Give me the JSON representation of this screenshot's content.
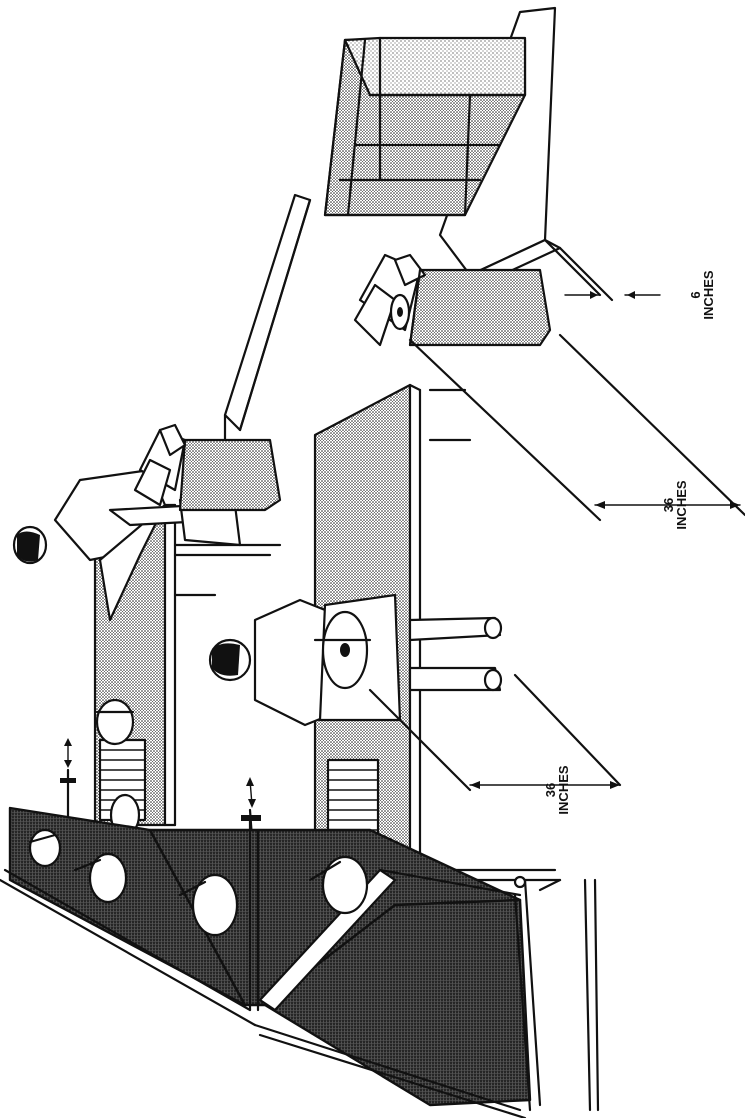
{
  "figure": {
    "annotations": [
      {
        "value": "36",
        "unit": "INCHES"
      },
      {
        "value": "36",
        "unit": "INCHES"
      },
      {
        "value": "6",
        "unit": "INCHES"
      }
    ]
  }
}
